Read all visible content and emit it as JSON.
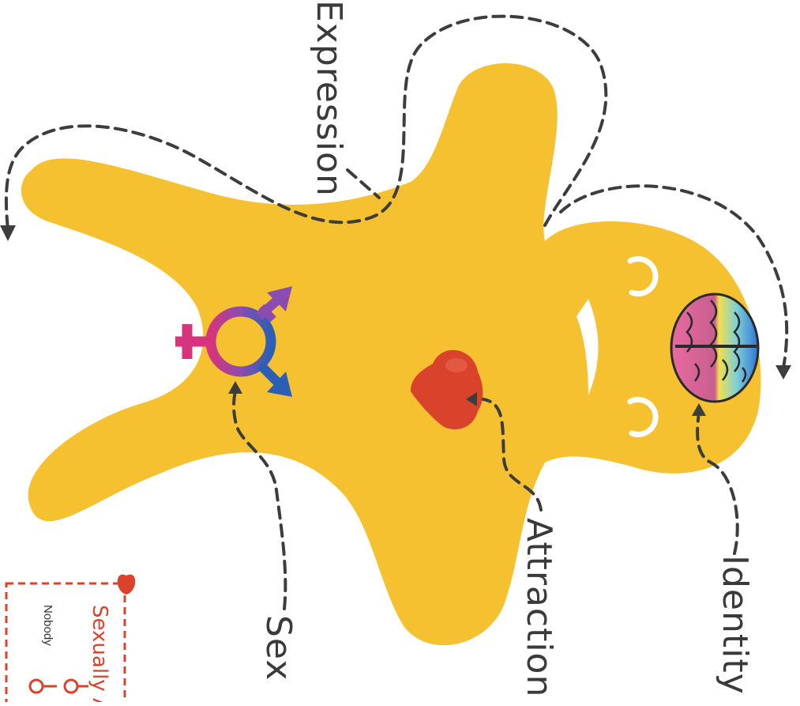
{
  "labels": {
    "expression": "Expression",
    "identity": "Identity",
    "attraction": "Attraction",
    "sex": "Sex"
  },
  "legend": {
    "heading": "Sexually A",
    "item": "Nobody"
  },
  "colors": {
    "body": "#f5c130",
    "heart": "#d9432b",
    "arrow": "#3d3d3d",
    "label": "#3a3a3a",
    "symbol_pink": "#d6347c",
    "symbol_purple": "#8a4cb0",
    "symbol_blue": "#2b5fb5",
    "legend_red": "#d9432b"
  },
  "icons": [
    "brain-icon",
    "heart-icon",
    "transgender-symbol-icon",
    "smiley-face-icon"
  ]
}
